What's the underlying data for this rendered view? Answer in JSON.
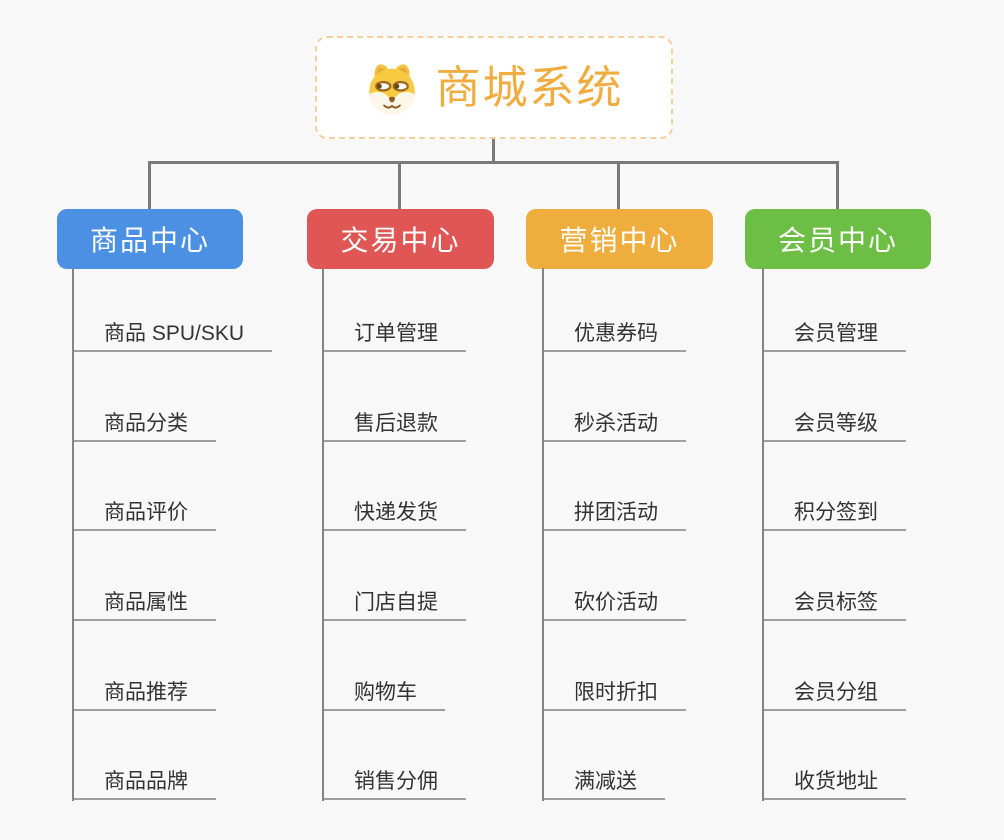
{
  "root": {
    "title": "商城系统",
    "icon": "shiba-dog-icon"
  },
  "branches": [
    {
      "label": "商品中心",
      "color": "#4b90e2",
      "items": [
        "商品 SPU/SKU",
        "商品分类",
        "商品评价",
        "商品属性",
        "商品推荐",
        "商品品牌"
      ]
    },
    {
      "label": "交易中心",
      "color": "#e05654",
      "items": [
        "订单管理",
        "售后退款",
        "快递发货",
        "门店自提",
        "购物车",
        "销售分佣"
      ]
    },
    {
      "label": "营销中心",
      "color": "#efad3e",
      "items": [
        "优惠券码",
        "秒杀活动",
        "拼团活动",
        "砍价活动",
        "限时折扣",
        "满减送"
      ]
    },
    {
      "label": "会员中心",
      "color": "#6cbe44",
      "items": [
        "会员管理",
        "会员等级",
        "积分签到",
        "会员标签",
        "会员分组",
        "收货地址"
      ]
    }
  ],
  "colors": {
    "background": "#f8f8f8",
    "connector": "#7a7a7a",
    "column_line": "#848484",
    "item_underline": "#9e9e9e",
    "item_text": "#333333",
    "root_border": "#f5cf9c",
    "root_text": "#f1ac40"
  }
}
